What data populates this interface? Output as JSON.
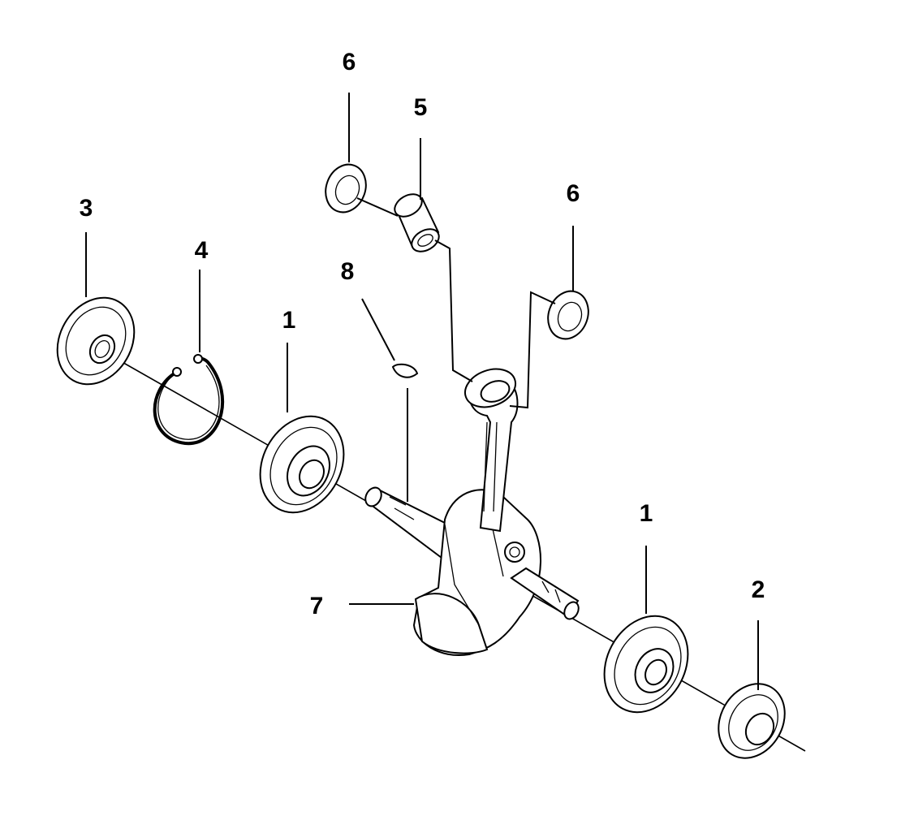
{
  "diagram": {
    "callouts": {
      "bearing_left": "1",
      "bearing_right": "1",
      "seal_right": "2",
      "seal_left": "3",
      "circlip": "4",
      "needle_bearing": "5",
      "washer_top": "6",
      "washer_right": "6",
      "crankshaft": "7",
      "woodruff_key": "8"
    }
  }
}
